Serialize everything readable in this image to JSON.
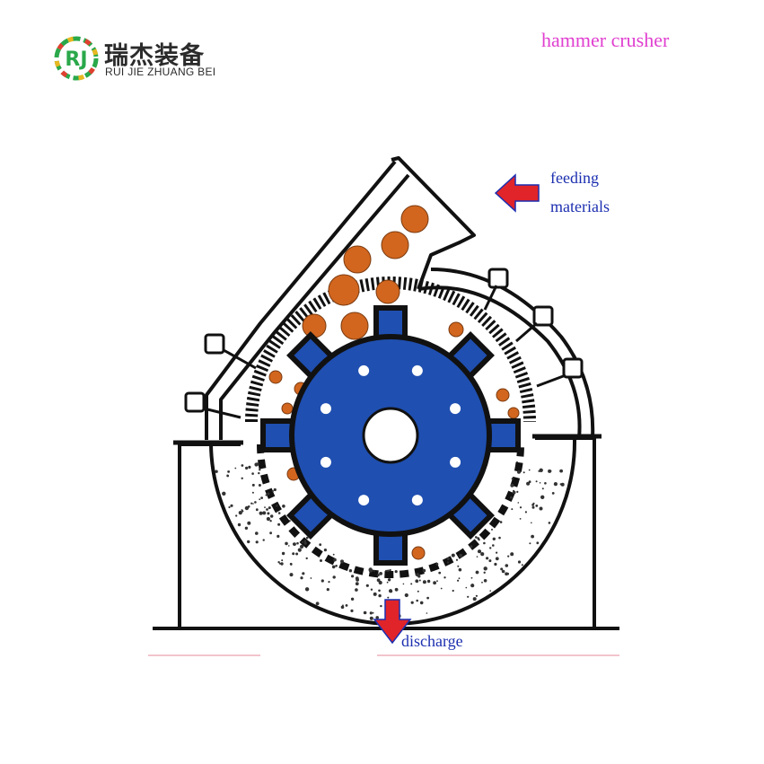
{
  "brand": {
    "logo_initials": "RJ",
    "name_cn": "瑞杰装备",
    "name_en": "RUI JIE ZHUANG BEI"
  },
  "title": "hammer crusher",
  "labels": {
    "feeding_line1": "feeding",
    "feeding_line2": "materials",
    "discharge": "discharge"
  },
  "colors": {
    "title": "#e040d0",
    "label": "#1c2fb0",
    "rotor": "#1f4fb0",
    "material": "#d2661e",
    "arrow": "#e0242a",
    "outline": "#111111"
  }
}
